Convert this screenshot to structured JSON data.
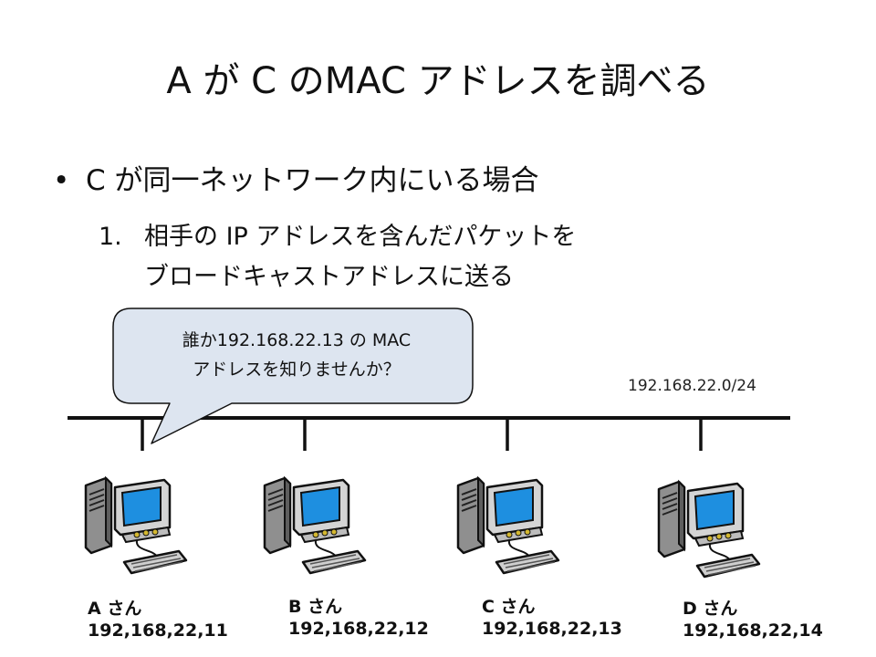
{
  "slide": {
    "title": "A が C のMAC アドレスを調べる",
    "bullet": "C が同一ネットワーク内にいる場合",
    "step_number": "1.",
    "step_line1": "相手の IP アドレスを含んだパケットを",
    "step_line2": "ブロードキャストアドレスに送る"
  },
  "bubble": {
    "line1": "誰か192.168.22.13 の MAC",
    "line2": "アドレスを知りませんか？"
  },
  "network": {
    "label": "192.168.22.0/24"
  },
  "hosts": [
    {
      "name": "A さん",
      "ip": "192,168,22,11"
    },
    {
      "name": "B さん",
      "ip": "192,168,22,12"
    },
    {
      "name": "C さん",
      "ip": "192,168,22,13"
    },
    {
      "name": "D さん",
      "ip": "192,168,22,14"
    }
  ],
  "colors": {
    "bubble_fill": "#dde5f0",
    "screen": "#1e8fe0",
    "computer_body": "#8f8f8f",
    "keyboard": "#cfcfcf"
  }
}
